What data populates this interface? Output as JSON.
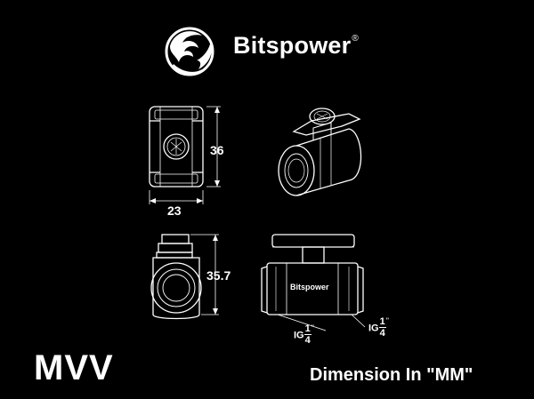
{
  "brand": {
    "name": "Bitspower",
    "trademark": "®"
  },
  "dimensions": {
    "top_height": "36",
    "top_width": "23",
    "side_height": "35.7"
  },
  "threads": {
    "prefix": "IG",
    "numerator": "1",
    "denominator": "4",
    "suffix": "\""
  },
  "model": "MVV",
  "unit_note": "Dimension In \"MM\"",
  "colors": {
    "background": "#000000",
    "line": "#ffffff"
  }
}
